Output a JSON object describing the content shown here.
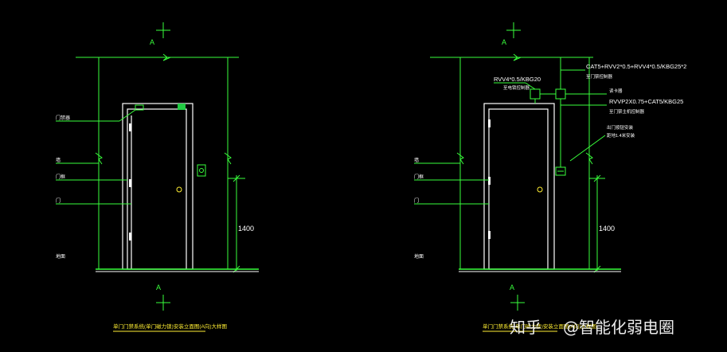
{
  "colors": {
    "background": "#000000",
    "linework": "#39ff3c",
    "door": "#ffffff",
    "accent_box": "#22cc44",
    "caption": "#ffee33",
    "watermark": "#ffffff"
  },
  "left_elevation": {
    "section_mark_top": "A",
    "section_mark_bottom": "A",
    "dim_height": "1400",
    "labels": [
      "门禁器",
      "墙",
      "门框",
      "门",
      "地面"
    ],
    "caption": "单门门禁系统(单门磁力锁)安装立面图(A向)大样图"
  },
  "right_elevation": {
    "section_mark_top": "A",
    "section_mark_bottom": "A",
    "dim_height": "1400",
    "cable_1": "CAT5+RVV2*0.5+RVV4*0.5/KBG25*2",
    "cable_1_note": "至门禁控制器",
    "cable_2": "RVV4*0.5/KBG20",
    "cable_2_note": "至电锁控制器",
    "cable_3_label": "读卡器",
    "cable_3": "RVVP2X0.75+CAT5/KBG25",
    "cable_3_note": "至门禁主机控制器",
    "reader_note_1": "出门按钮安装",
    "reader_note_2": "距地1.4米安装",
    "labels": [
      "墙",
      "门框",
      "门",
      "地面"
    ],
    "caption": "单门门禁系统(单门磁力锁)安装立面图(A向)大样图"
  },
  "watermark": {
    "site": "知乎",
    "author": "@智能化弱电圈"
  }
}
